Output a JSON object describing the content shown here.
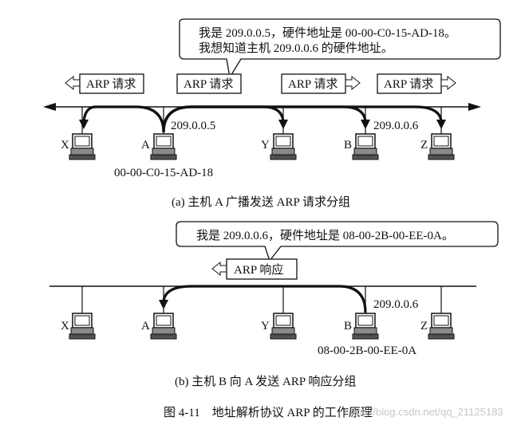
{
  "panel_a": {
    "bubble_line1": "我是 209.0.0.5，硬件地址是 00-00-C0-15-AD-18。",
    "bubble_line2": "我想知道主机 209.0.0.6 的硬件地址。",
    "arp_request_label": "ARP 请求",
    "host_x": "X",
    "host_a": "A",
    "host_y": "Y",
    "host_b": "B",
    "host_z": "Z",
    "ip_a": "209.0.0.5",
    "ip_b": "209.0.0.6",
    "mac_a": "00-00-C0-15-AD-18",
    "caption": "(a) 主机 A 广播发送 ARP 请求分组"
  },
  "panel_b": {
    "bubble_line1": "我是 209.0.0.6，硬件地址是 08-00-2B-00-EE-0A。",
    "arp_reply_label": "ARP 响应",
    "host_x": "X",
    "host_a": "A",
    "host_y": "Y",
    "host_b": "B",
    "host_z": "Z",
    "ip_b": "209.0.0.6",
    "mac_b": "08-00-2B-00-EE-0A",
    "caption": "(b) 主机 B 向 A 发送 ARP 响应分组"
  },
  "figure_caption": "图 4-11　地址解析协议 ARP 的工作原理",
  "watermark": "https://blog.csdn.net/qq_21125183"
}
